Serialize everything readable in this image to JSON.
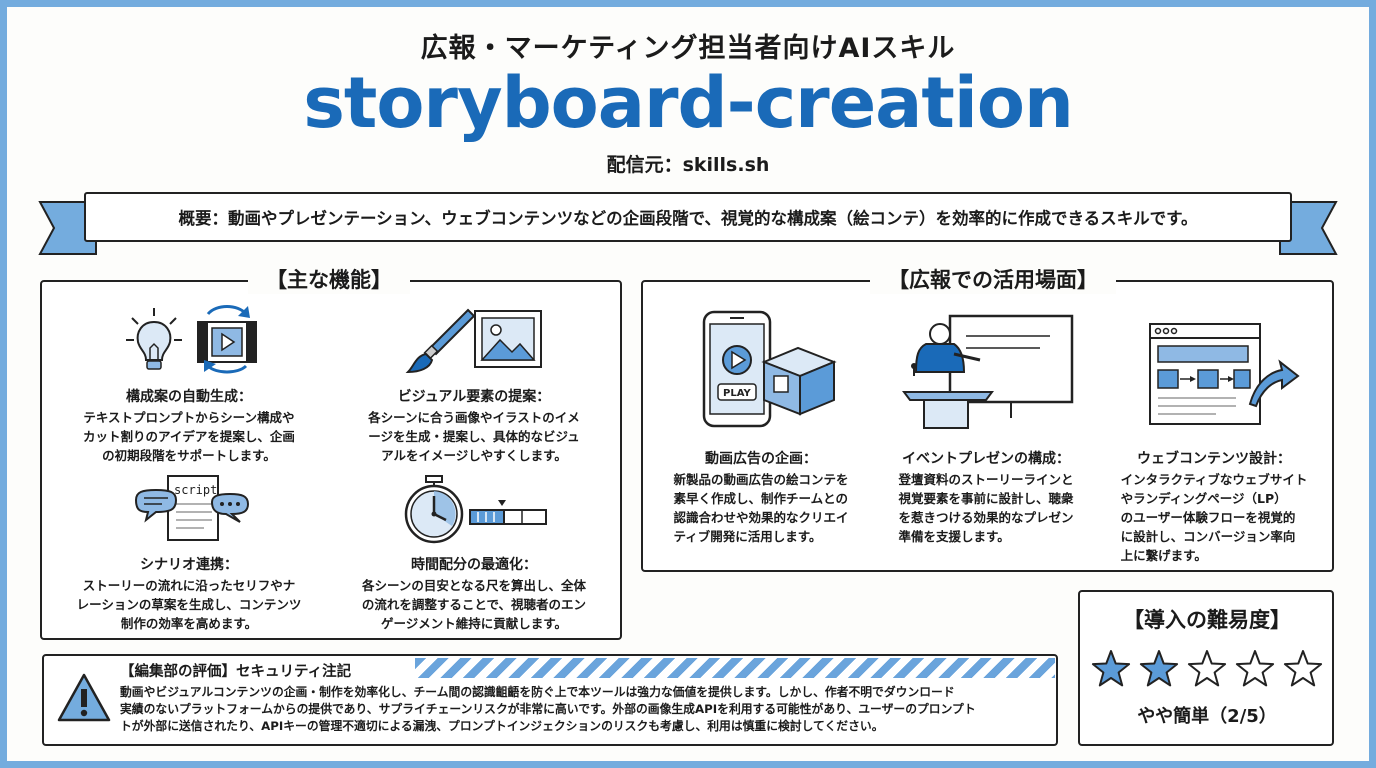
{
  "header": {
    "title": "広報・マーケティング担当者向けAIスキル",
    "skill_name": "storyboard-creation",
    "source": "配信元：skills.sh"
  },
  "overview": {
    "text": "概要：動画やプレゼンテーション、ウェブコンテンツなどの企画段階で、視覚的な構成案（絵コンテ）を効率的に作成できるスキルです。"
  },
  "features": {
    "heading": "【主な機能】",
    "items": [
      {
        "title": "構成案の自動生成：",
        "desc": "テキストプロンプトからシーン構成や\nカット割りのアイデアを提案し、企画\nの初期段階をサポートします。"
      },
      {
        "title": "ビジュアル要素の提案：",
        "desc": "各シーンに合う画像やイラストのイメ\nージを生成・提案し、具体的なビジュ\nアルをイメージしやすくします。"
      },
      {
        "title": "シナリオ連携：",
        "desc": "ストーリーの流れに沿ったセリフやナ\nレーションの草案を生成し、コンテンツ\n制作の効率を高めます。"
      },
      {
        "title": "時間配分の最適化：",
        "desc": "各シーンの目安となる尺を算出し、全体\nの流れを調整することで、視聴者のエン\nゲージメント維持に貢献します。"
      }
    ],
    "script_label": "script",
    "play_label": "PLAY"
  },
  "usecases": {
    "heading": "【広報での活用場面】",
    "items": [
      {
        "title": "動画広告の企画：",
        "desc": "新製品の動画広告の絵コンテを\n素早く作成し、制作チームとの\n認識合わせや効果的なクリエイ\nティブ開発に活用します。"
      },
      {
        "title": "イベントプレゼンの構成：",
        "desc": "登壇資料のストーリーラインと\n視覚要素を事前に設計し、聴衆\nを惹きつける効果的なプレゼン\n準備を支援します。"
      },
      {
        "title": "ウェブコンテンツ設計：",
        "desc": "インタラクティブなウェブサイト\nやランディングページ（LP）\nのユーザー体験フローを視覚的\nに設計し、コンバージョン率向\n上に繋げます。"
      }
    ]
  },
  "evaluation": {
    "heading": "【編集部の評価】セキュリティ注記",
    "body": "動画やビジュアルコンテンツの企画・制作を効率化し、チーム間の認識齟齬を防ぐ上で本ツールは強力な価値を提供します。しかし、作者不明でダウンロード\n実績のないプラットフォームからの提供であり、サプライチェーンリスクが非常に高いです。外部の画像生成APIを利用する可能性があり、ユーザーのプロンプト\nトが外部に送信されたり、APIキーの管理不適切による漏洩、プロンプトインジェクションのリスクも考慮し、利用は慎重に検討してください。"
  },
  "difficulty": {
    "heading": "【導入の難易度】",
    "rating": 2,
    "max": 5,
    "label": "やや簡単（2/5）"
  },
  "colors": {
    "accent": "#1a6ab8",
    "light_blue": "#74acde",
    "star_fill": "#5b9bd8",
    "ink": "#1b1b1b"
  }
}
